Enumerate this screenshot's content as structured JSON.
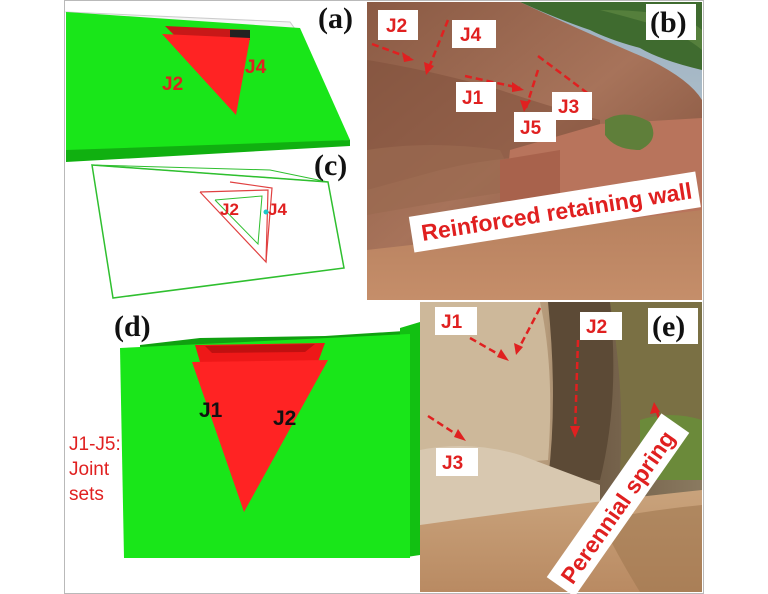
{
  "panels": {
    "a": {
      "letter": "(a)",
      "labels": [
        "J2",
        "J4"
      ]
    },
    "b": {
      "letter": "(b)",
      "labels": [
        "J2",
        "J4",
        "J1",
        "J5",
        "J3"
      ],
      "banner": "Reinforced retaining wall"
    },
    "c": {
      "letter": "(c)",
      "labels": [
        "J2",
        "J4"
      ]
    },
    "d": {
      "letter": "(d)",
      "labels": [
        "J1",
        "J2"
      ],
      "legend": [
        "J1-J5:",
        "Joint",
        "sets"
      ]
    },
    "e": {
      "letter": "(e)",
      "labels": [
        "J1",
        "J2",
        "J3"
      ],
      "banner": "Perennial spring"
    }
  },
  "colors": {
    "block": "#19e619",
    "wedge": "#ff2323",
    "arrow": "#e02020"
  }
}
